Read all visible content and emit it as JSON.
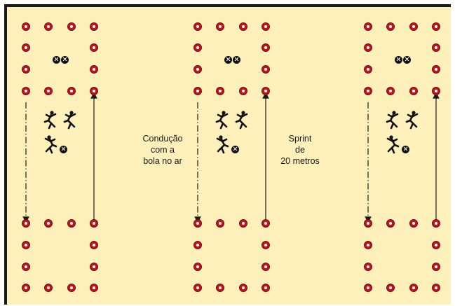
{
  "labels": {
    "conducao": [
      "Condução",
      "com a",
      "bola no ar"
    ],
    "sprint": [
      "Sprint",
      "de",
      "20 metros"
    ]
  },
  "colors": {
    "field": "#fdf0ba",
    "cone": "#c6121a",
    "line": "#1a1a1a"
  },
  "icons": [
    "cone-marker-icon",
    "soccer-ball-icon",
    "player-running-icon",
    "player-dribbling-icon"
  ]
}
